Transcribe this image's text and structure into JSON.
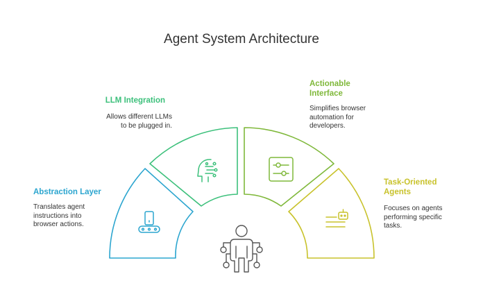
{
  "title": "Agent System Architecture",
  "colors": {
    "abstraction": "#2ba5cf",
    "llm": "#3cc07b",
    "actionable": "#7fb83a",
    "task": "#c8c22b",
    "person": "#555555"
  },
  "segments": {
    "abstraction": {
      "label": "Abstraction Layer",
      "desc": "Translates agent\ninstructions into\nbrowser actions.",
      "icon": "conveyor-robot-icon"
    },
    "llm": {
      "label": "LLM Integration",
      "desc": "Allows different LLMs\nto be plugged in.",
      "icon": "ai-head-icon"
    },
    "actionable": {
      "label": "Actionable\nInterface",
      "desc": "Simplifies browser\nautomation for\ndevelopers.",
      "icon": "sliders-icon"
    },
    "task": {
      "label": "Task-Oriented\nAgents",
      "desc": "Focuses on agents\nperforming specific\ntasks.",
      "icon": "robot-list-icon"
    }
  },
  "center_icon": "person-network-icon"
}
